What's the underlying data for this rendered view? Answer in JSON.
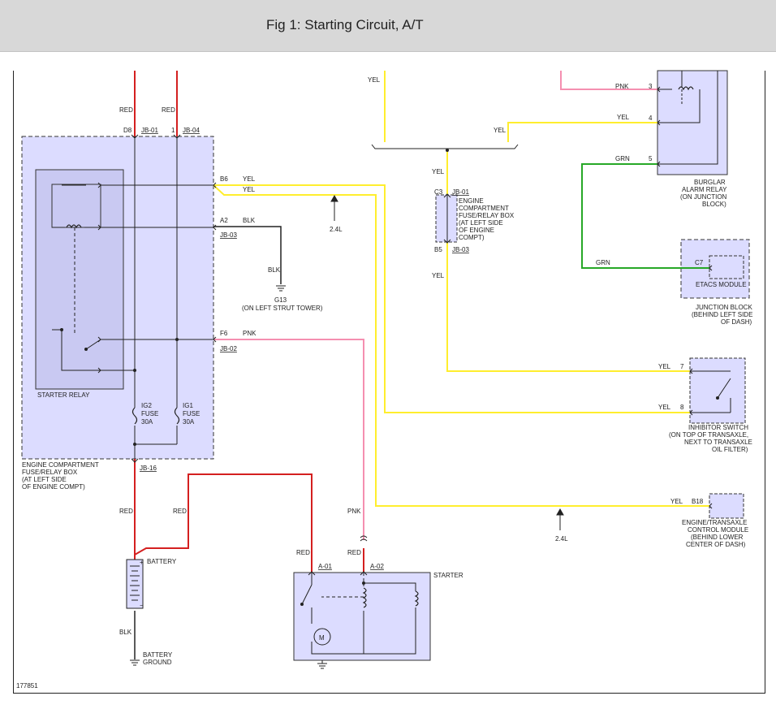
{
  "title": "Fig 1: Starting Circuit, A/T",
  "figure_number": "177851",
  "colors": {
    "red": "#d42020",
    "yellow": "#ffee2e",
    "pink": "#f58fb0",
    "green": "#27a827",
    "black": "#222222",
    "box_fill": "#dcdcff"
  },
  "wires": {
    "red": "RED",
    "yellow": "YEL",
    "black": "BLK",
    "pink": "PNK",
    "green": "GRN"
  },
  "components": {
    "ecfrb": [
      "ENGINE COMPARTMENT",
      "FUSE/RELAY BOX",
      "(AT LEFT SIDE",
      "OF ENGINE COMPT)"
    ],
    "starter_relay": "STARTER RELAY",
    "ig2_fuse": [
      "IG2",
      "FUSE",
      "30A"
    ],
    "ig1_fuse": [
      "IG1",
      "FUSE",
      "30A"
    ],
    "battery": "BATTERY",
    "battery_ground": [
      "BATTERY",
      "GROUND"
    ],
    "starter": "STARTER",
    "g13": [
      "G13",
      "(ON LEFT STRUT TOWER)"
    ],
    "ecfrb2": [
      "ENGINE",
      "COMPARTMENT",
      "FUSE/RELAY BOX",
      "(AT LEFT SIDE",
      "OF ENGINE",
      "COMPT)"
    ],
    "burglar": [
      "BURGLAR",
      "ALARM RELAY",
      "(ON JUNCTION",
      "BLOCK)"
    ],
    "etacs": "ETACS MODULE",
    "junction": [
      "JUNCTION BLOCK",
      "(BEHIND LEFT SIDE",
      "OF DASH)"
    ],
    "inhibitor": [
      "INHIBITOR SWITCH",
      "(ON TOP OF TRANSAXLE,",
      "NEXT TO TRANSAXLE",
      "OIL FILTER)"
    ],
    "ecm": [
      "ENGINE/TRANSAXLE",
      "CONTROL MODULE",
      "(BEHIND LOWER",
      "CENTER OF DASH)"
    ],
    "motor": "M"
  },
  "pins": {
    "d8": "D8",
    "jb01": "JB-01",
    "p1": "1",
    "jb04": "JB-04",
    "b6": "B6",
    "a2": "A2",
    "jb03": "JB-03",
    "f6": "F6",
    "jb02": "JB-02",
    "jb16": "JB-16",
    "a01": "A-01",
    "a02": "A-02",
    "c3": "C3",
    "b5": "B5",
    "p3": "3",
    "p4": "4",
    "p5": "5",
    "c7": "C7",
    "p7": "7",
    "p8": "8",
    "b18": "B18"
  },
  "engine_notes": {
    "left": "2.4L",
    "right": "2.4L"
  }
}
